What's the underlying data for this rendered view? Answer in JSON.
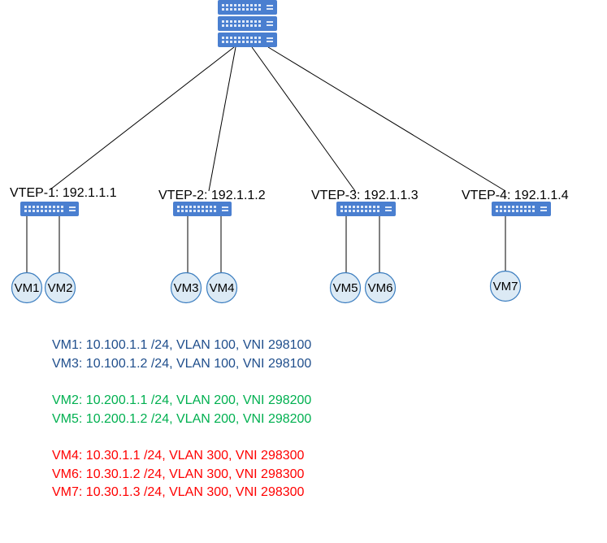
{
  "core": {
    "icon": "stacked-switch-icon"
  },
  "vteps": [
    {
      "label": "VTEP-1: 192.1.1.1"
    },
    {
      "label": "VTEP-2: 192.1.1.2"
    },
    {
      "label": "VTEP-3: 192.1.1.3"
    },
    {
      "label": "VTEP-4: 192.1.1.4"
    }
  ],
  "vms": [
    {
      "label": "VM1"
    },
    {
      "label": "VM2"
    },
    {
      "label": "VM3"
    },
    {
      "label": "VM4"
    },
    {
      "label": "VM5"
    },
    {
      "label": "VM6"
    },
    {
      "label": "VM7"
    }
  ],
  "legend": {
    "groups": [
      {
        "color": "#1f4e8c",
        "lines": [
          "VM1: 10.100.1.1 /24, VLAN 100, VNI 298100",
          "VM3: 10.100.1.2 /24, VLAN 100, VNI 298100"
        ]
      },
      {
        "color": "#00b050",
        "lines": [
          "VM2: 10.200.1.1 /24, VLAN 200, VNI 298200",
          "VM5: 10.200.1.2 /24, VLAN 200, VNI 298200"
        ]
      },
      {
        "color": "#ff0000",
        "lines": [
          "VM4: 10.30.1.1 /24, VLAN 300, VNI 298300",
          "VM6: 10.30.1.2 /24, VLAN 300, VNI 298300",
          "VM7: 10.30.1.3 /24, VLAN 300, VNI 298300"
        ]
      }
    ]
  },
  "colors": {
    "switch": "#4a7fd0",
    "switch_light": "#dfe9f8",
    "vm_fill": "#dceaf5",
    "vm_stroke": "#3b7dbf",
    "line": "#000000"
  }
}
